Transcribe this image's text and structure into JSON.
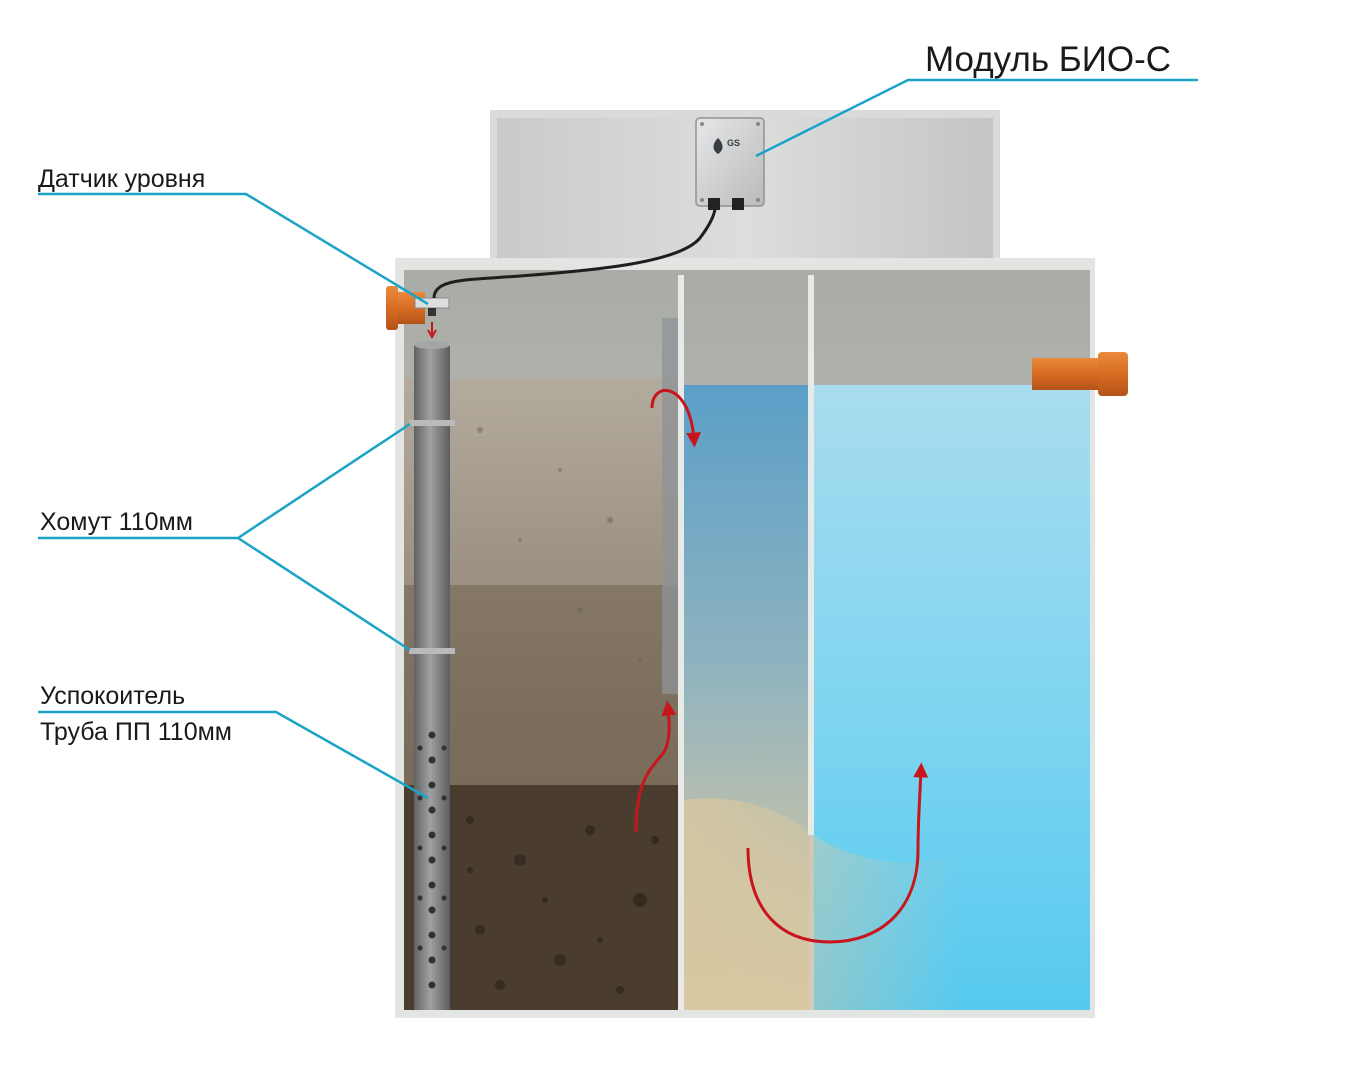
{
  "labels": {
    "module": "Модуль БИО-С",
    "level_sensor": "Датчик уровня",
    "clamp": "Хомут 110мм",
    "calmer_line1": "Успокоитель",
    "calmer_line2": "Труба ПП 110мм",
    "device_logo": "GS"
  },
  "colors": {
    "leader_line": "#1ba3c6",
    "flow_arrow": "#c8151b",
    "orange_pipe": "#d86c22",
    "tank_wall": "#e3e5e3",
    "clean_water": "#74d2ee",
    "sludge": "#4a3d30"
  },
  "icons": [
    "gs-leaf-logo-icon"
  ]
}
